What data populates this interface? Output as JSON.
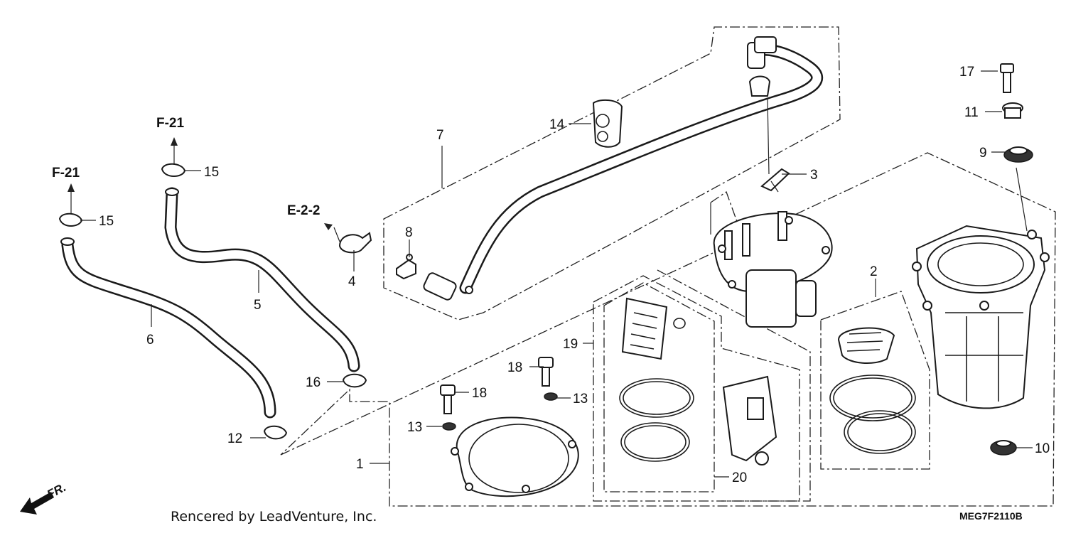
{
  "callouts": [
    {
      "id": "c1",
      "text": "1"
    },
    {
      "id": "c2",
      "text": "2"
    },
    {
      "id": "c3",
      "text": "3"
    },
    {
      "id": "c4",
      "text": "4"
    },
    {
      "id": "c5",
      "text": "5"
    },
    {
      "id": "c6",
      "text": "6"
    },
    {
      "id": "c7",
      "text": "7"
    },
    {
      "id": "c8",
      "text": "8"
    },
    {
      "id": "c9",
      "text": "9"
    },
    {
      "id": "c10",
      "text": "10"
    },
    {
      "id": "c11",
      "text": "11"
    },
    {
      "id": "c12",
      "text": "12"
    },
    {
      "id": "c13a",
      "text": "13"
    },
    {
      "id": "c13b",
      "text": "13"
    },
    {
      "id": "c14",
      "text": "14"
    },
    {
      "id": "c15a",
      "text": "15"
    },
    {
      "id": "c15b",
      "text": "15"
    },
    {
      "id": "c16",
      "text": "16"
    },
    {
      "id": "c17",
      "text": "17"
    },
    {
      "id": "c18a",
      "text": "18"
    },
    {
      "id": "c18b",
      "text": "18"
    },
    {
      "id": "c19",
      "text": "19"
    },
    {
      "id": "c20",
      "text": "20"
    }
  ],
  "references": {
    "f21_left": "F-21",
    "f21_right": "F-21",
    "e22": "E-2-2"
  },
  "direction_marker": "FR.",
  "footer": {
    "credit": "Rencered by LeadVenture, Inc.",
    "diagram_code": "MEG7F2110B"
  },
  "icons": [
    "front-direction-arrow-icon"
  ]
}
